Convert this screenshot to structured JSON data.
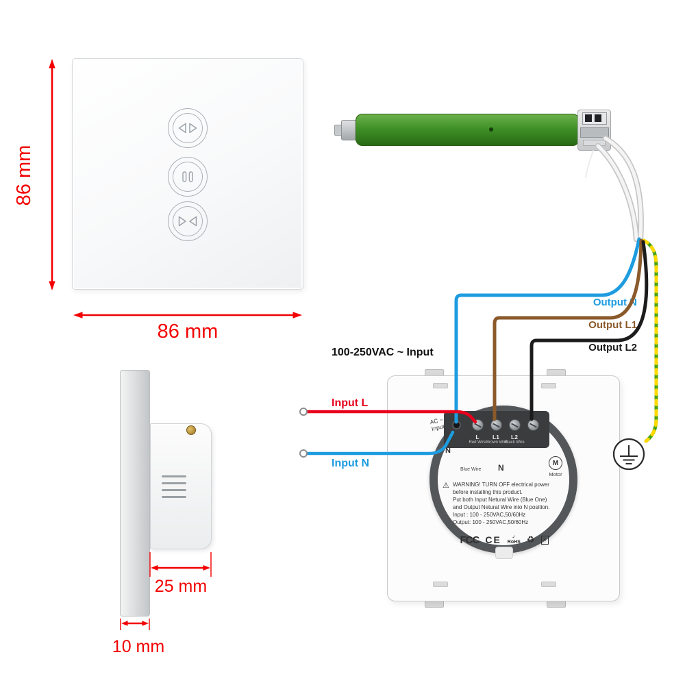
{
  "colors": {
    "dimension_red": "#f30000",
    "wire_blue": "#1e9ce0",
    "wire_brown": "#8a5a2b",
    "wire_black": "#1c1c1c",
    "wire_red": "#e8001c",
    "ground_green": "#46a315",
    "ground_yellow": "#ffd900",
    "motor_green": "#3f9127"
  },
  "front_view": {
    "height_label": "86 mm",
    "width_label": "86 mm"
  },
  "side_view": {
    "depth_label": "25 mm",
    "thickness_label": "10 mm"
  },
  "wiring": {
    "input_header": "100-250VAC ~ Input",
    "input_l_label": "Input L",
    "input_n_label": "Input N",
    "output_n_label": "Output N",
    "output_l1_label": "Output L1",
    "output_l2_label": "Output L2"
  },
  "back_panel": {
    "ac_input_line1": "AC ~",
    "ac_input_line2": "Input",
    "n_terminal": "N",
    "blue_wire": "Blue Wire",
    "n_center": "N",
    "terminals": [
      {
        "label": "L",
        "wire": "Red Wire"
      },
      {
        "label": "L1",
        "wire": "Brown Wire"
      },
      {
        "label": "L2",
        "wire": "Black Wire"
      }
    ],
    "motor_symbol": "M",
    "motor_label": "Motor",
    "warning_icon": "⚠",
    "warning_lines": [
      "WARNING! TURN OFF electrical power",
      "before installing this product.",
      "Put both Input Netural Wire (Blue One)",
      "and Output Netural Wire into N position.",
      "Input : 100 - 250VAC,50/60Hz",
      "Output: 100 - 250VAC,50/60Hz"
    ],
    "certs": {
      "fcc": "FCC",
      "ce": "CE",
      "rohs_check": "✓",
      "rohs": "RoHS",
      "recycle": "♻",
      "weee": "✕"
    }
  }
}
